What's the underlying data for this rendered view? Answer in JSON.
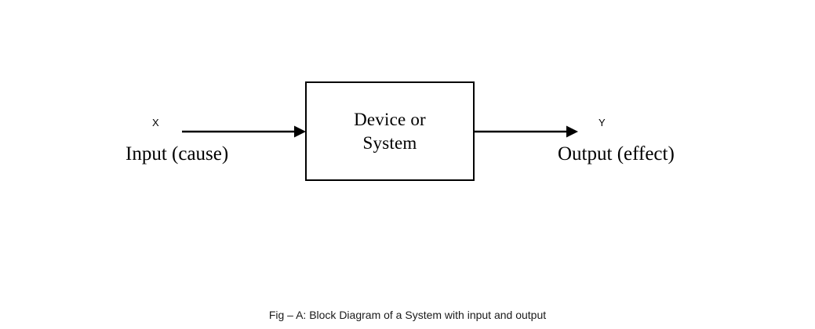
{
  "figure": {
    "caption": "Fig – A: Block Diagram of a System with input and output",
    "background_color": "#ffffff",
    "stroke_color": "#000000"
  },
  "diagram": {
    "type": "block-diagram",
    "block": {
      "name": "system-block",
      "line1": "Device or",
      "line2": "System"
    },
    "input": {
      "signal": "X",
      "label": "Input (cause)",
      "arrow_direction": "right"
    },
    "output": {
      "signal": "Y",
      "label": "Output (effect)",
      "arrow_direction": "right"
    }
  }
}
